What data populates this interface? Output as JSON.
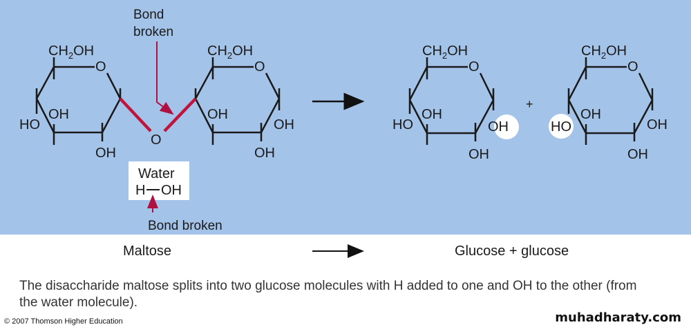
{
  "diagram": {
    "labels": {
      "bond_broken_top_line1": "Bond",
      "bond_broken_top_line2": "broken",
      "water_title": "Water",
      "water_formula_h": "H",
      "water_formula_oh": "OH",
      "bond_broken_bottom": "Bond broken",
      "plus": "+"
    },
    "molecule_groups": {
      "ch2oh": "CH",
      "ch2oh_sub": "2",
      "ch2oh_tail": "OH",
      "ring_o": "O",
      "oh": "OH",
      "ho": "HO",
      "bridge_o": "O"
    },
    "captions": {
      "left": "Maltose",
      "right": "Glucose + glucose"
    },
    "colors": {
      "background": "#a4c3e8",
      "bond": "#1a1a1a",
      "highlight_bond": "#c0143c",
      "arrow": "#b01040"
    }
  },
  "description": "The disaccharide maltose splits into two glucose molecules with H added to one and OH to the other (from the water molecule).",
  "footer": {
    "copyright": "© 2007 Thomson Higher Education",
    "watermark": "muhadharaty.com"
  }
}
